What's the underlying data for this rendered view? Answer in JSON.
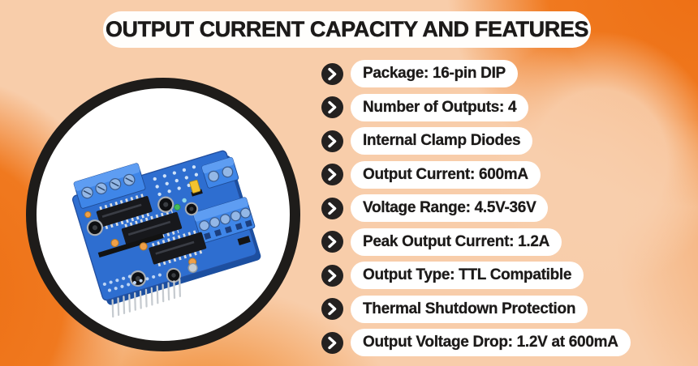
{
  "title": "OUTPUT CURRENT CAPACITY AND FEATURES",
  "hero_image": {
    "alt": "Blue L293D motor driver shield circuit board in circular frame"
  },
  "bullet_icon": "chevron-right",
  "features": [
    {
      "label": "Package: 16-pin DIP"
    },
    {
      "label": "Number of Outputs: 4"
    },
    {
      "label": "Internal Clamp Diodes"
    },
    {
      "label": "Output Current: 600mA"
    },
    {
      "label": "Voltage Range: 4.5V-36V"
    },
    {
      "label": "Peak Output Current: 1.2A"
    },
    {
      "label": "Output Type: TTL Compatible"
    },
    {
      "label": "Thermal Shutdown Protection"
    },
    {
      "label": "Output Voltage Drop: 1.2V at 600mA"
    }
  ],
  "colors": {
    "accent_orange": "#f0791f",
    "background_peach": "#f8cdaa",
    "bullet_background": "#242120",
    "pill_background": "#ffffff",
    "text": "#1c1a19",
    "pcb_blue": "#2e6ed0"
  }
}
